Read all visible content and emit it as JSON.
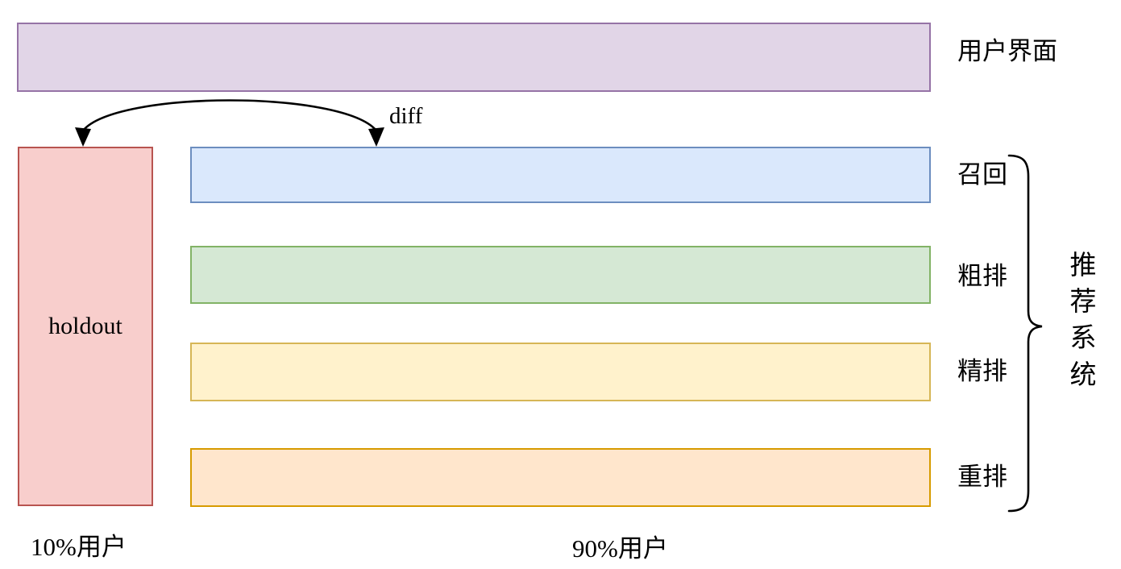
{
  "diagram": {
    "background": "#ffffff",
    "line_color": "#000000",
    "ui_bar": {
      "label": "用户界面",
      "fill": "#e1d5e7",
      "stroke": "#9673a6"
    },
    "holdout": {
      "label": "holdout",
      "fill": "#f8cecc",
      "stroke": "#b85450",
      "caption": "10%用户"
    },
    "stages": [
      {
        "label": "召回",
        "fill": "#dae8fc",
        "stroke": "#6c8ebf"
      },
      {
        "label": "粗排",
        "fill": "#d5e8d4",
        "stroke": "#82b366"
      },
      {
        "label": "精排",
        "fill": "#fff2cc",
        "stroke": "#d6b656"
      },
      {
        "label": "重排",
        "fill": "#ffe6cc",
        "stroke": "#d79b00"
      }
    ],
    "stages_caption": "90%用户",
    "diff_label": "diff",
    "brace_label": "推荐系统"
  }
}
